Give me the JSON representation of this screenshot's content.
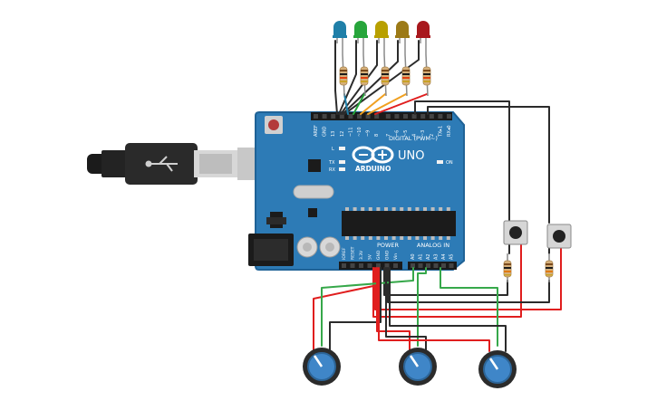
{
  "board": {
    "brand": "ARDUINO",
    "model": "UNO",
    "digital_label": "DIGITAL (PWM~)",
    "power_label": "POWER",
    "analog_label": "ANALOG IN",
    "on_label": "ON",
    "led_l": "L",
    "led_tx": "TX",
    "led_rx": "RX",
    "digital_pins": [
      "AREF",
      "GND",
      "13",
      "12",
      "~11",
      "~10",
      "~9",
      "8",
      "7",
      "~6",
      "~5",
      "4",
      "~3",
      "2",
      "TX▸1",
      "RX◂0"
    ],
    "power_pins": [
      "IOREF",
      "RESET",
      "3.3V",
      "5V",
      "GND",
      "GND",
      "Vin"
    ],
    "analog_pins": [
      "A0",
      "A1",
      "A2",
      "A3",
      "A4",
      "A5"
    ]
  },
  "components": {
    "leds": [
      {
        "color": "#1f7fa8"
      },
      {
        "color": "#27a53b"
      },
      {
        "color": "#b8a000"
      },
      {
        "color": "#9c7a17"
      },
      {
        "color": "#a8181d"
      }
    ],
    "potentiometer_count": 3,
    "pushbutton_count": 2
  },
  "colors": {
    "board": "#2d7bb6",
    "board_edge": "#1f6296",
    "wire_black": "#2b2b2b",
    "wire_red": "#e01e1e",
    "wire_green": "#36a84a",
    "wire_orange": "#f0a020",
    "knob": "#3f86c8"
  }
}
